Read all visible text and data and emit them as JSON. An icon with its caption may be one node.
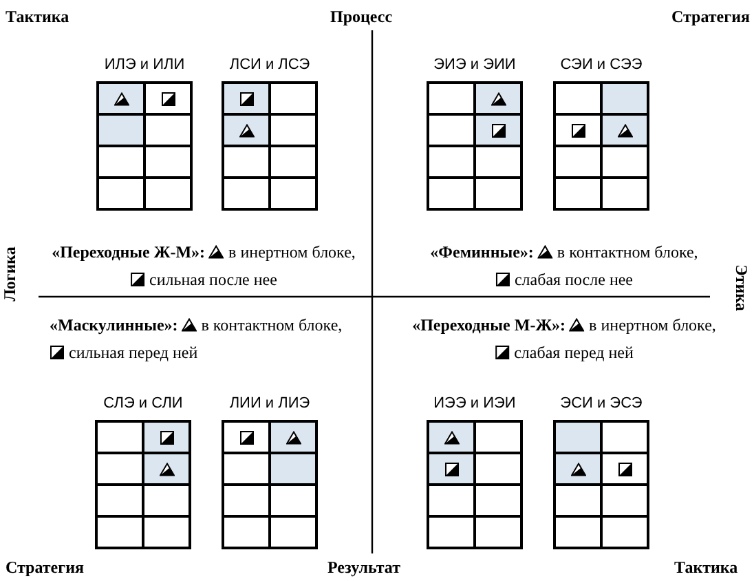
{
  "diagram": {
    "nodes": [
      {
        "text": [
          "ИЛЭ и ИЛИ"
        ]
      },
      {
        "text": [
          "ЛСИ и ЛСЭ"
        ]
      },
      {
        "text": [
          "ЭИЭ и ЭИИ"
        ]
      },
      {
        "text": [
          "СЭИ и СЭЭ"
        ]
      },
      {
        "text": [
          "СЛЭ и СЛИ"
        ]
      },
      {
        "text": [
          "ЛИИ и ЛИЭ"
        ]
      },
      {
        "text": [
          "ИЭЭ и ИЭИ"
        ]
      },
      {
        "text": [
          "ЭСИ и ЭСЭ"
        ]
      }
    ],
    "labels": [
      "Тактика",
      "Процесс",
      "Стратегия",
      "«Переходные Ж-М»:",
      "в инертном блоке,",
      "сильная после нее",
      "«Феминные»:",
      "в контактном блоке,",
      "слабая после нее",
      "Логика",
      "Этика",
      "«Маскулинные»:",
      "в контактном блоке,",
      "сильная перед ней",
      "«Переходные М-Ж»:",
      "в инертном блоке,",
      "слабая перед ней",
      "Стратегия",
      "Результат",
      "Тактика"
    ]
  }
}
